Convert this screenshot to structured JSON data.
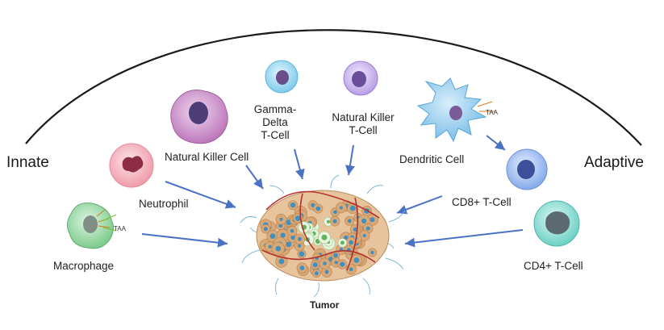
{
  "spectrum": {
    "left": "Innate",
    "right": "Adaptive"
  },
  "tumor": {
    "label": "Tumor"
  },
  "cells": {
    "natural_killer_cell": "Natural Killer Cell",
    "gamma_delta_line1": "Gamma-",
    "gamma_delta_line2": "Delta",
    "gamma_delta_line3": "T-Cell",
    "nkt_line1": "Natural Killer",
    "nkt_line2": "T-Cell",
    "dendritic_cell": "Dendritic Cell",
    "neutrophil": "Neutrophil",
    "cd8_t_cell": "CD8+ T-Cell",
    "macrophage": "Macrophage",
    "cd4_t_cell": "CD4+ T-Cell"
  },
  "antigen_labels": {
    "dendritic": "TAA",
    "macrophage": "TAA"
  },
  "colors": {
    "arc": "#1a1a1a",
    "arrow": "#4a72c4",
    "tumor_cell": "#d9a877",
    "tumor_nucleus": "#3f8fc0",
    "macrophage": "#8fd49b",
    "neutrophil": "#f3a6b2",
    "nk_cell": "#c889c6",
    "gamma_delta": "#8ed3ef",
    "nkt": "#c9b3ee",
    "dendritic": "#8cc9ee",
    "cd8": "#8fb6ef",
    "cd4": "#7fdad0"
  }
}
